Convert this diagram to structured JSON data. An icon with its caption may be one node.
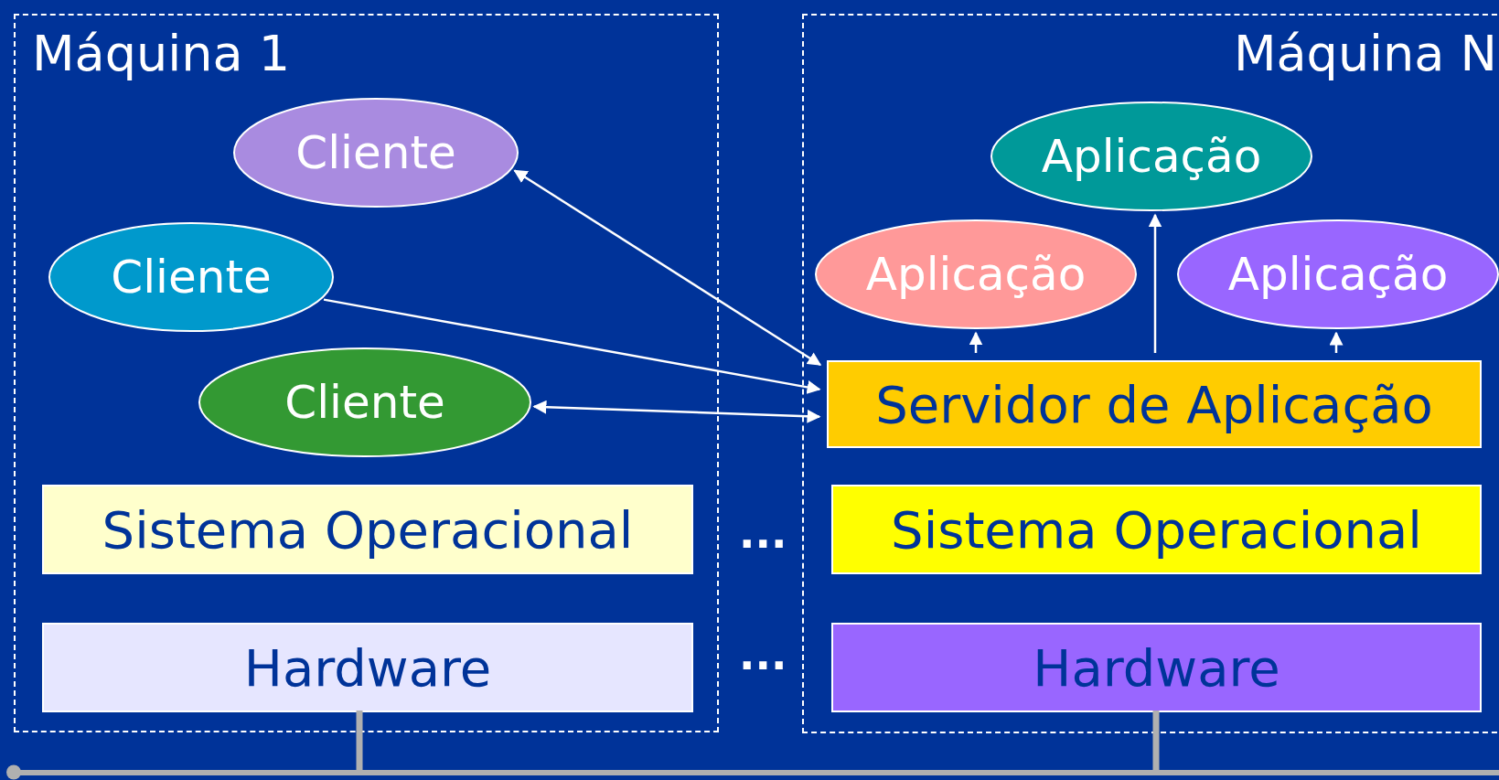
{
  "diagram": {
    "nodes": [
      {
        "text": [
          "Máquina 1"
        ]
      },
      {
        "text": [
          "Cliente"
        ],
        "in": 0
      },
      {
        "text": [
          "Cliente"
        ],
        "in": 0
      },
      {
        "text": [
          "Cliente"
        ],
        "in": 0
      },
      {
        "text": [
          "Sistema Operacional"
        ],
        "in": 0
      },
      {
        "text": [
          "Hardware"
        ],
        "in": 0
      },
      {
        "text": [
          "Máquina N"
        ]
      },
      {
        "text": [
          "Aplicação"
        ],
        "in": 6
      },
      {
        "text": [
          "Aplicação"
        ],
        "in": 6
      },
      {
        "text": [
          "Aplicação"
        ],
        "in": 6
      },
      {
        "text": [
          "Servidor de Aplicação"
        ],
        "in": 6
      },
      {
        "text": [
          "Sistema Operacional"
        ],
        "in": 6
      },
      {
        "text": [
          "Hardware"
        ],
        "in": 6
      },
      {
        "text": [],
        "shape": "bar"
      }
    ],
    "edges": [
      {
        "from": 1,
        "to": 10,
        "arrow": "both"
      },
      {
        "from": 2,
        "to": 10,
        "arrow": "to"
      },
      {
        "from": 3,
        "to": 10,
        "arrow": "both"
      },
      {
        "from": 10,
        "to": 8,
        "arrow": "to"
      },
      {
        "from": 10,
        "to": 7,
        "arrow": "to"
      },
      {
        "from": 10,
        "to": 9,
        "arrow": "to"
      },
      {
        "from": 5,
        "to": 13,
        "arrow": "none",
        "style": "thick",
        "color": "#b0b0b0"
      },
      {
        "from": 12,
        "to": 13,
        "arrow": "none",
        "style": "thick",
        "color": "#b0b0b0"
      }
    ],
    "labels": [
      "...",
      "..."
    ]
  }
}
